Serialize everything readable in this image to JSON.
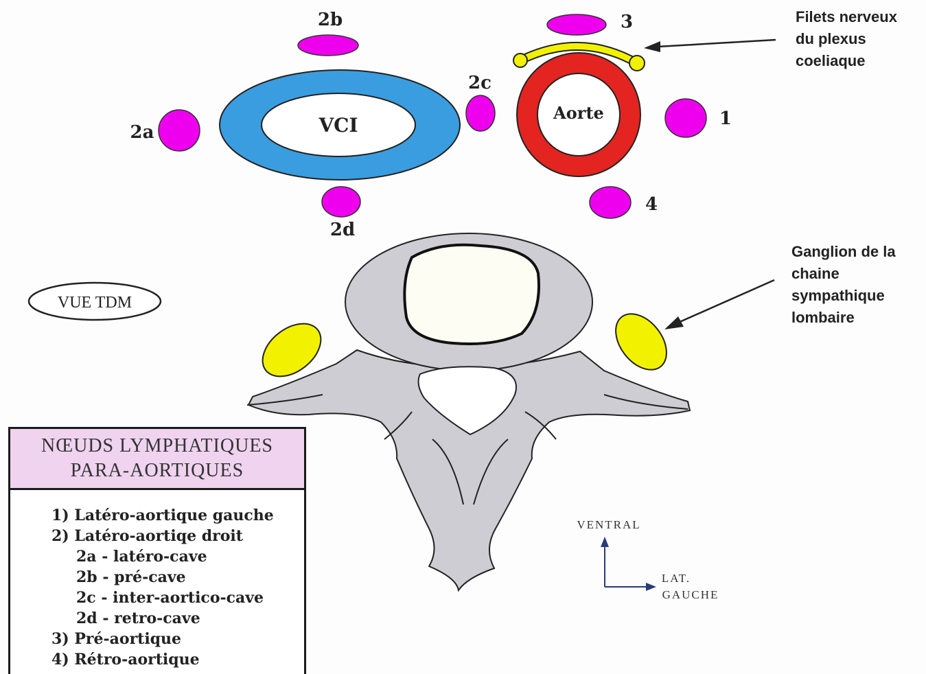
{
  "colors": {
    "node": "#ee00ee",
    "vci": "#3a9de0",
    "aorte": "#e42420",
    "ganglion": "#f2f200",
    "vertebra": "#cdcdd3",
    "legend_header": "#efd3ef"
  },
  "labels": {
    "vci": "VCI",
    "aorte": "Aorte",
    "n1": "1",
    "n2a": "2a",
    "n2b": "2b",
    "n2c": "2c",
    "n2d": "2d",
    "n3": "3",
    "n4": "4",
    "view": "VUE TDM"
  },
  "annotations": {
    "nerve": [
      "Filets nerveux",
      "du plexus",
      "coeliaque"
    ],
    "ganglion": [
      "Ganglion de la",
      "chaine",
      "sympathique",
      "lombaire"
    ]
  },
  "orientation": {
    "ventral": "VENTRAL",
    "lat": "LAT.",
    "gauche": "GAUCHE"
  },
  "legend": {
    "title_line1": "NŒUDS LYMPHATIQUES",
    "title_line2": "PARA-AORTIQUES",
    "items": [
      "1) Latéro-aortique gauche",
      "2) Latéro-aortiqe droit",
      "2a - latéro-cave",
      "2b - pré-cave",
      "2c - inter-aortico-cave",
      "2d - retro-cave",
      "3) Pré-aortique",
      "4) Rétro-aortique"
    ]
  }
}
